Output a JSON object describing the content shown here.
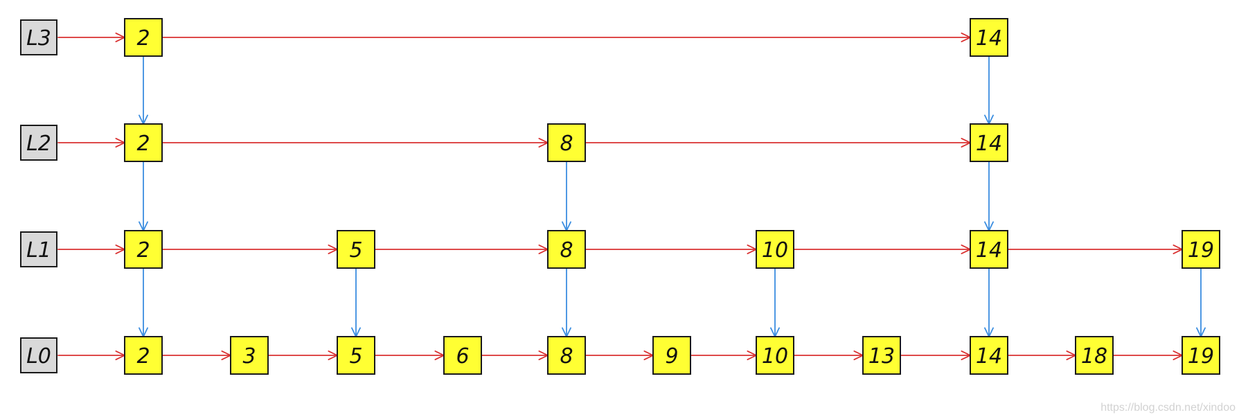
{
  "levels": [
    {
      "label": "L3",
      "nodes": [
        "2",
        "14"
      ]
    },
    {
      "label": "L2",
      "nodes": [
        "2",
        "8",
        "14"
      ]
    },
    {
      "label": "L1",
      "nodes": [
        "2",
        "5",
        "8",
        "10",
        "14",
        "19"
      ]
    },
    {
      "label": "L0",
      "nodes": [
        "2",
        "3",
        "5",
        "6",
        "8",
        "9",
        "10",
        "13",
        "14",
        "18",
        "19"
      ]
    }
  ],
  "colors": {
    "node_fill": "#ffff33",
    "node_stroke": "#1a1a1a",
    "header_fill": "#d9d9d9",
    "next_pointer": "#d93030",
    "down_pointer": "#3a8de0"
  },
  "watermark": "https://blog.csdn.net/xindoo"
}
